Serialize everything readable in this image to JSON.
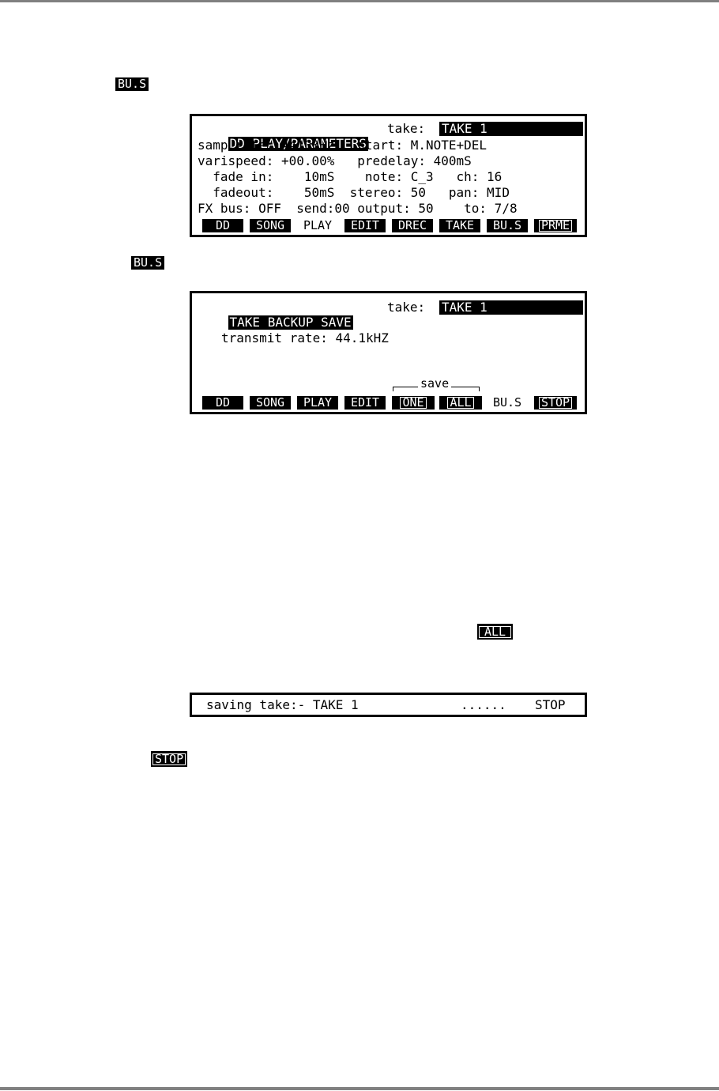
{
  "tags": {
    "bus_tag_1": "BU.S",
    "bus_tag_2": "BU.S",
    "all_tag": "ALL",
    "stop_tag": "STOP"
  },
  "screen1": {
    "title": "DD PLAY/PARAMETERS",
    "take_label": "take:",
    "take_value": "TAKE 1",
    "rows": [
      "samp.rate: 44100Hz   start: M.NOTE+DEL",
      "varispeed: +00.00%   predelay: 400mS",
      "  fade in:    10mS    note: C_3   ch: 16",
      "  fadeout:    50mS  stereo: 50   pan: MID",
      "FX bus: OFF  send:00 output: 50    to: 7/8"
    ],
    "softkeys": [
      "DD",
      "SONG",
      "PLAY",
      "EDIT",
      "DREC",
      "TAKE",
      "BU.S",
      "PRME"
    ]
  },
  "screen2": {
    "title": "TAKE BACKUP SAVE",
    "take_label": "take:",
    "take_value": "TAKE 1",
    "transmit": "transmit rate: 44.1kHZ",
    "save_label": "save",
    "softkeys": [
      "DD",
      "SONG",
      "PLAY",
      "EDIT",
      "ONE",
      "ALL",
      "BU.S",
      "STOP"
    ]
  },
  "status_bar": {
    "text": "saving take:- TAKE 1",
    "dots": "......",
    "stop": "STOP"
  }
}
